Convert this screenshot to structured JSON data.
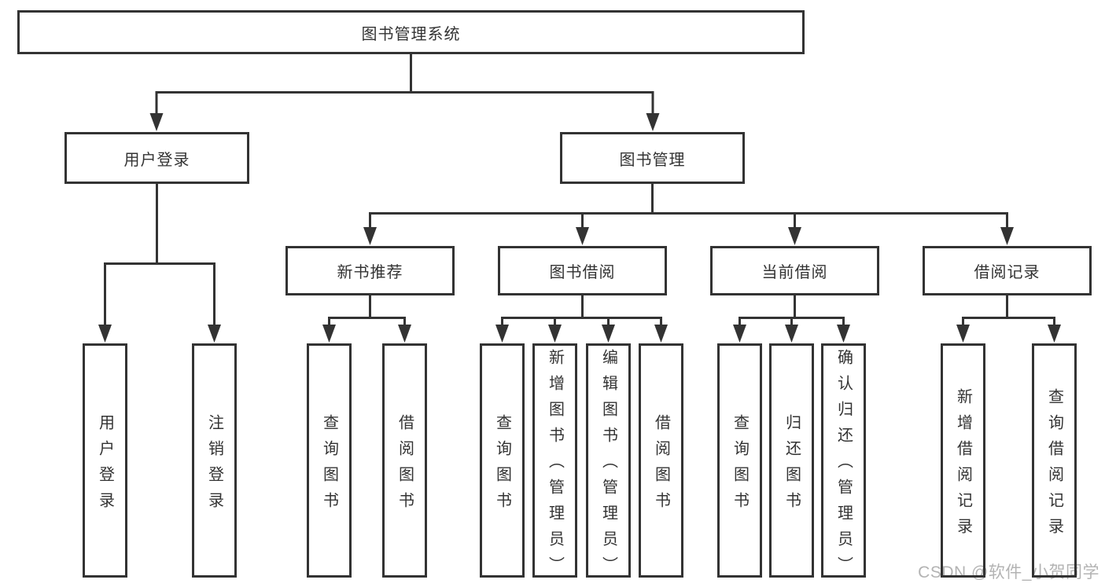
{
  "diagram": {
    "title": "图书管理系统",
    "root": {
      "label": "图书管理系统"
    },
    "branches": [
      {
        "label": "用户登录",
        "children": [
          {
            "label": "用户登录"
          },
          {
            "label": "注销登录"
          }
        ]
      },
      {
        "label": "图书管理",
        "sections": [
          {
            "label": "新书推荐",
            "children": [
              {
                "label": "查询图书"
              },
              {
                "label": "借阅图书"
              }
            ]
          },
          {
            "label": "图书借阅",
            "children": [
              {
                "label": "查询图书"
              },
              {
                "label": "新增图书（管理员）"
              },
              {
                "label": "编辑图书（管理员）"
              },
              {
                "label": "借阅图书"
              }
            ]
          },
          {
            "label": "当前借阅",
            "children": [
              {
                "label": "查询图书"
              },
              {
                "label": "归还图书"
              },
              {
                "label": "确认归还（管理员）"
              }
            ]
          },
          {
            "label": "借阅记录",
            "children": [
              {
                "label": "新增借阅记录"
              },
              {
                "label": "查询借阅记录"
              }
            ]
          }
        ]
      }
    ],
    "line_color": "#333333",
    "text_color": "#333333",
    "background_color": "#ffffff"
  },
  "watermark": {
    "text": "CSDN @软件_小贺同学",
    "color": "#b3b3b3"
  }
}
